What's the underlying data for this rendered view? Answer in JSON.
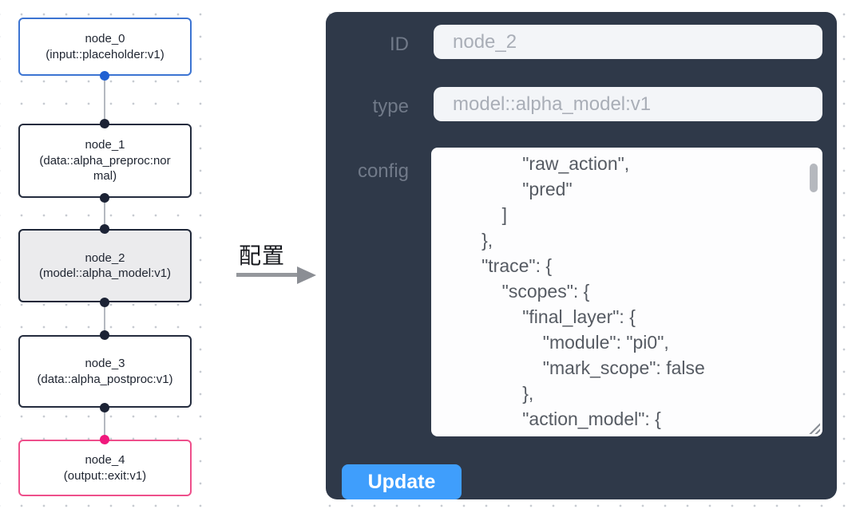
{
  "flow": {
    "nodes": [
      {
        "title": "node_0",
        "subtitle": "(input::placeholder:v1)",
        "role": "input"
      },
      {
        "title": "node_1",
        "subtitle": "(data::alpha_preproc:normal)",
        "role": "processor"
      },
      {
        "title": "node_2",
        "subtitle": "(model::alpha_model:v1)",
        "role": "model-selected"
      },
      {
        "title": "node_3",
        "subtitle": "(data::alpha_postproc:v1)",
        "role": "processor"
      },
      {
        "title": "node_4",
        "subtitle": "(output::exit:v1)",
        "role": "output"
      }
    ]
  },
  "transfer": {
    "label": "配置"
  },
  "panel": {
    "id_label": "ID",
    "id_value": "node_2",
    "type_label": "type",
    "type_value": "model::alpha_model:v1",
    "config_label": "config",
    "config_value": "                \"raw_action\",\n                \"pred\"\n            ]\n        },\n        \"trace\": {\n            \"scopes\": {\n                \"final_layer\": {\n                    \"module\": \"pi0\",\n                    \"mark_scope\": false\n                },\n                \"action_model\": {",
    "update_label": "Update"
  },
  "colors": {
    "panel_bg": "#2f3949",
    "update_button": "#3f9efc",
    "input_node_border": "#3c74d2",
    "output_node_border": "#ee4f8b",
    "selected_node_bg": "#ebebed",
    "default_node_border": "#242c3e",
    "handle_blue": "#2161d2",
    "handle_dark": "#1c2335",
    "handle_pink": "#f0187c",
    "edge_gray": "#b4b9c0"
  }
}
